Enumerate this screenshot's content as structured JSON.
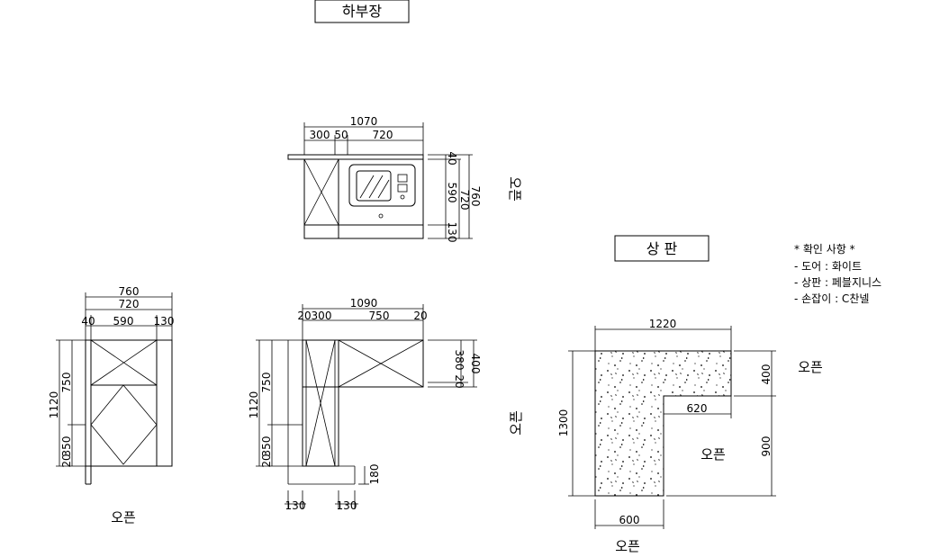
{
  "titles": {
    "lower_cabinet": "하부장",
    "countertop": "상 판"
  },
  "open_label": "오픈",
  "notes": [
    "* 확인 사항 *",
    "- 도어 : 화이트",
    "- 상판 : 페블지니스",
    "- 손잡이 : C찬넬"
  ],
  "top_view": {
    "total_width": "1070",
    "w1": "300",
    "w2": "50",
    "w3": "720",
    "h_top": "40",
    "h_mid": "590",
    "h_inner": "720",
    "h_total": "760",
    "h_bottom": "130"
  },
  "left_view": {
    "total": "760",
    "inner": "720",
    "a": "40",
    "b": "590",
    "c": "130",
    "height_total": "1120",
    "h_upper": "750",
    "h_lower": "350",
    "h_gap": "20"
  },
  "front_view": {
    "total": "1090",
    "a": "20",
    "b": "300",
    "c": "750",
    "d": "20",
    "height_total": "1120",
    "h_upper": "750",
    "h_lower": "350",
    "h_gap": "20",
    "r_total": "400",
    "r_a": "380",
    "r_b": "20",
    "base": "180",
    "foot_a": "130",
    "foot_b": "130"
  },
  "countertop": {
    "width": "1220",
    "depth_total": "1300",
    "inner_width": "620",
    "right_top": "400",
    "right_bottom": "900",
    "bottom_width": "600"
  }
}
